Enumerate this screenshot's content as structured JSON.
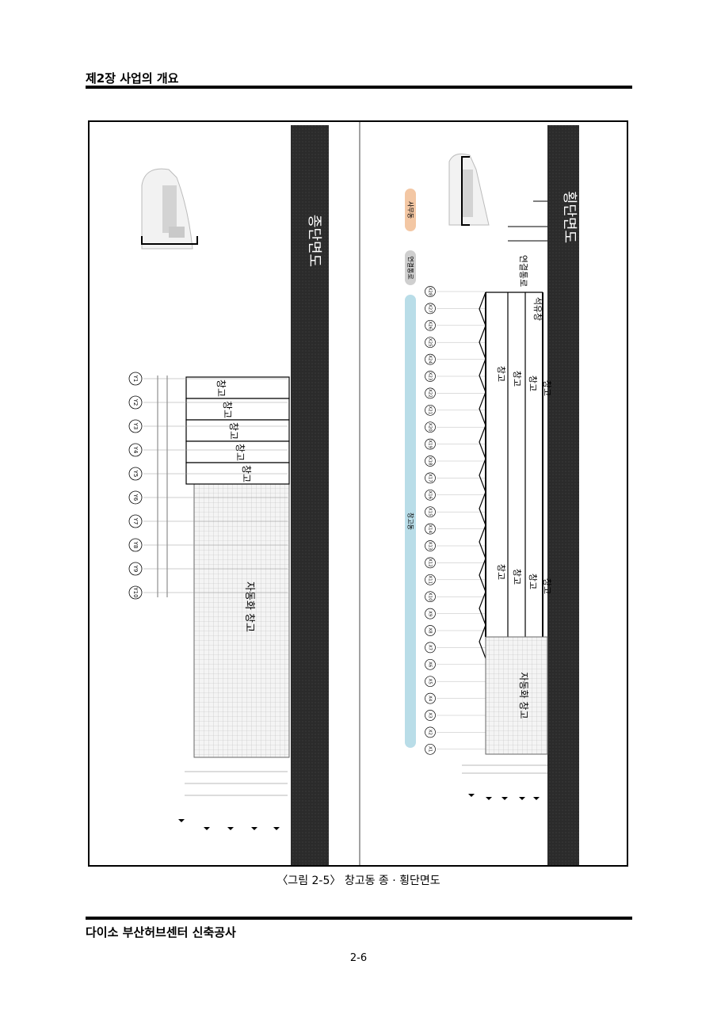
{
  "header": {
    "chapter_title": "제2장 사업의 개요"
  },
  "figure": {
    "caption": "〈그림 2-5〉 창고동 종 · 횡단면도",
    "left_panel": {
      "section_title": "종단면도",
      "room_labels": [
        "창고",
        "창고",
        "창고",
        "창고",
        "창고"
      ],
      "auto_warehouse_label": "자동화 창고",
      "grid_labels": [
        "Y1",
        "Y2",
        "Y3",
        "Y4",
        "Y5",
        "Y6",
        "Y7",
        "Y8",
        "Y9",
        "Y10"
      ]
    },
    "right_panel": {
      "section_title": "횡단면도",
      "bands": [
        {
          "label": "사무동",
          "color": "#f3c7a4"
        },
        {
          "label": "연결통로",
          "color": "#cfcfcf"
        },
        {
          "label": "창고동",
          "color": "#b9dde8"
        }
      ],
      "corridor_label": "연결통로",
      "lobby_label": "석유창",
      "room_labels_upper": [
        "창고",
        "창고",
        "창고",
        "창고"
      ],
      "room_labels_lower": [
        "창고",
        "창고",
        "창고",
        "창고"
      ],
      "auto_warehouse_label": "자동화 창고",
      "grid_labels": [
        "X1",
        "X2",
        "X3",
        "X4",
        "X5",
        "X6",
        "X7",
        "X8",
        "X9",
        "X10",
        "X11",
        "X12",
        "X13",
        "X14",
        "X15",
        "X16",
        "X17",
        "X18",
        "X19",
        "X20",
        "X21",
        "X22",
        "X23",
        "X24",
        "X25",
        "X26",
        "X27",
        "X28"
      ]
    }
  },
  "footer": {
    "project_title": "다이소 부산허브센터 신축공사",
    "page_number": "2-6"
  }
}
